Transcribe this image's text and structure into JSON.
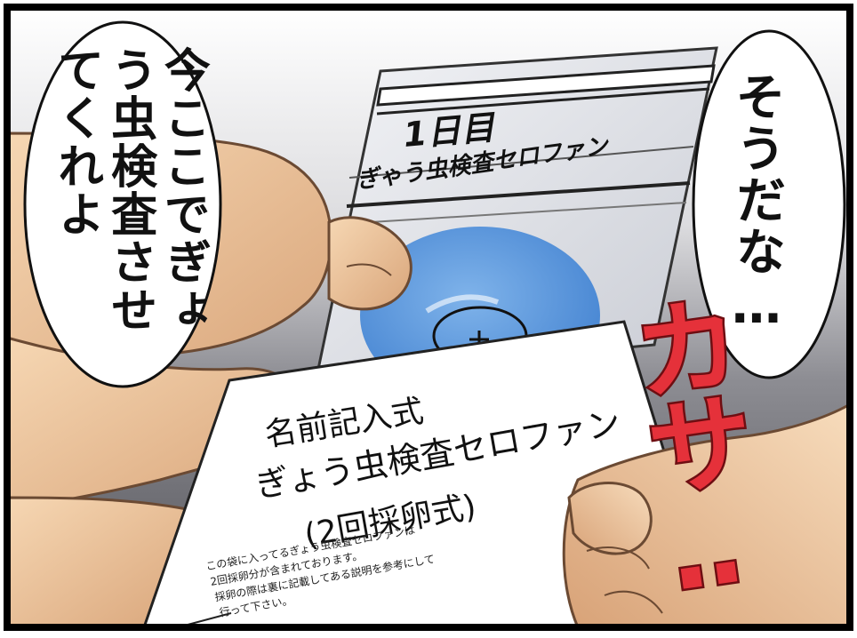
{
  "speech_left": "今ここでぎょう虫検査させてくれよ",
  "speech_right": "そうだな…",
  "packet_top": {
    "day": "1日目",
    "title": "ぎゃう虫検査セロファン"
  },
  "packet_front": {
    "line1": "名前記入式",
    "line2": "ぎょう虫検査セロファン",
    "line3": "(2回採卵式)",
    "fine_print": [
      "この袋に入ってるぎょう虫検査セロファンは",
      "2回採卵分が含まれております。",
      "採卵の際は裏に記載してある説明を参考にして",
      "行って下さい。"
    ]
  },
  "sfx": "カサ‥",
  "colors": {
    "sfx": "#e5313a",
    "cellophane_disc": "#5b97dc",
    "skin": "#f2cba1",
    "background": "#6b6b70"
  }
}
